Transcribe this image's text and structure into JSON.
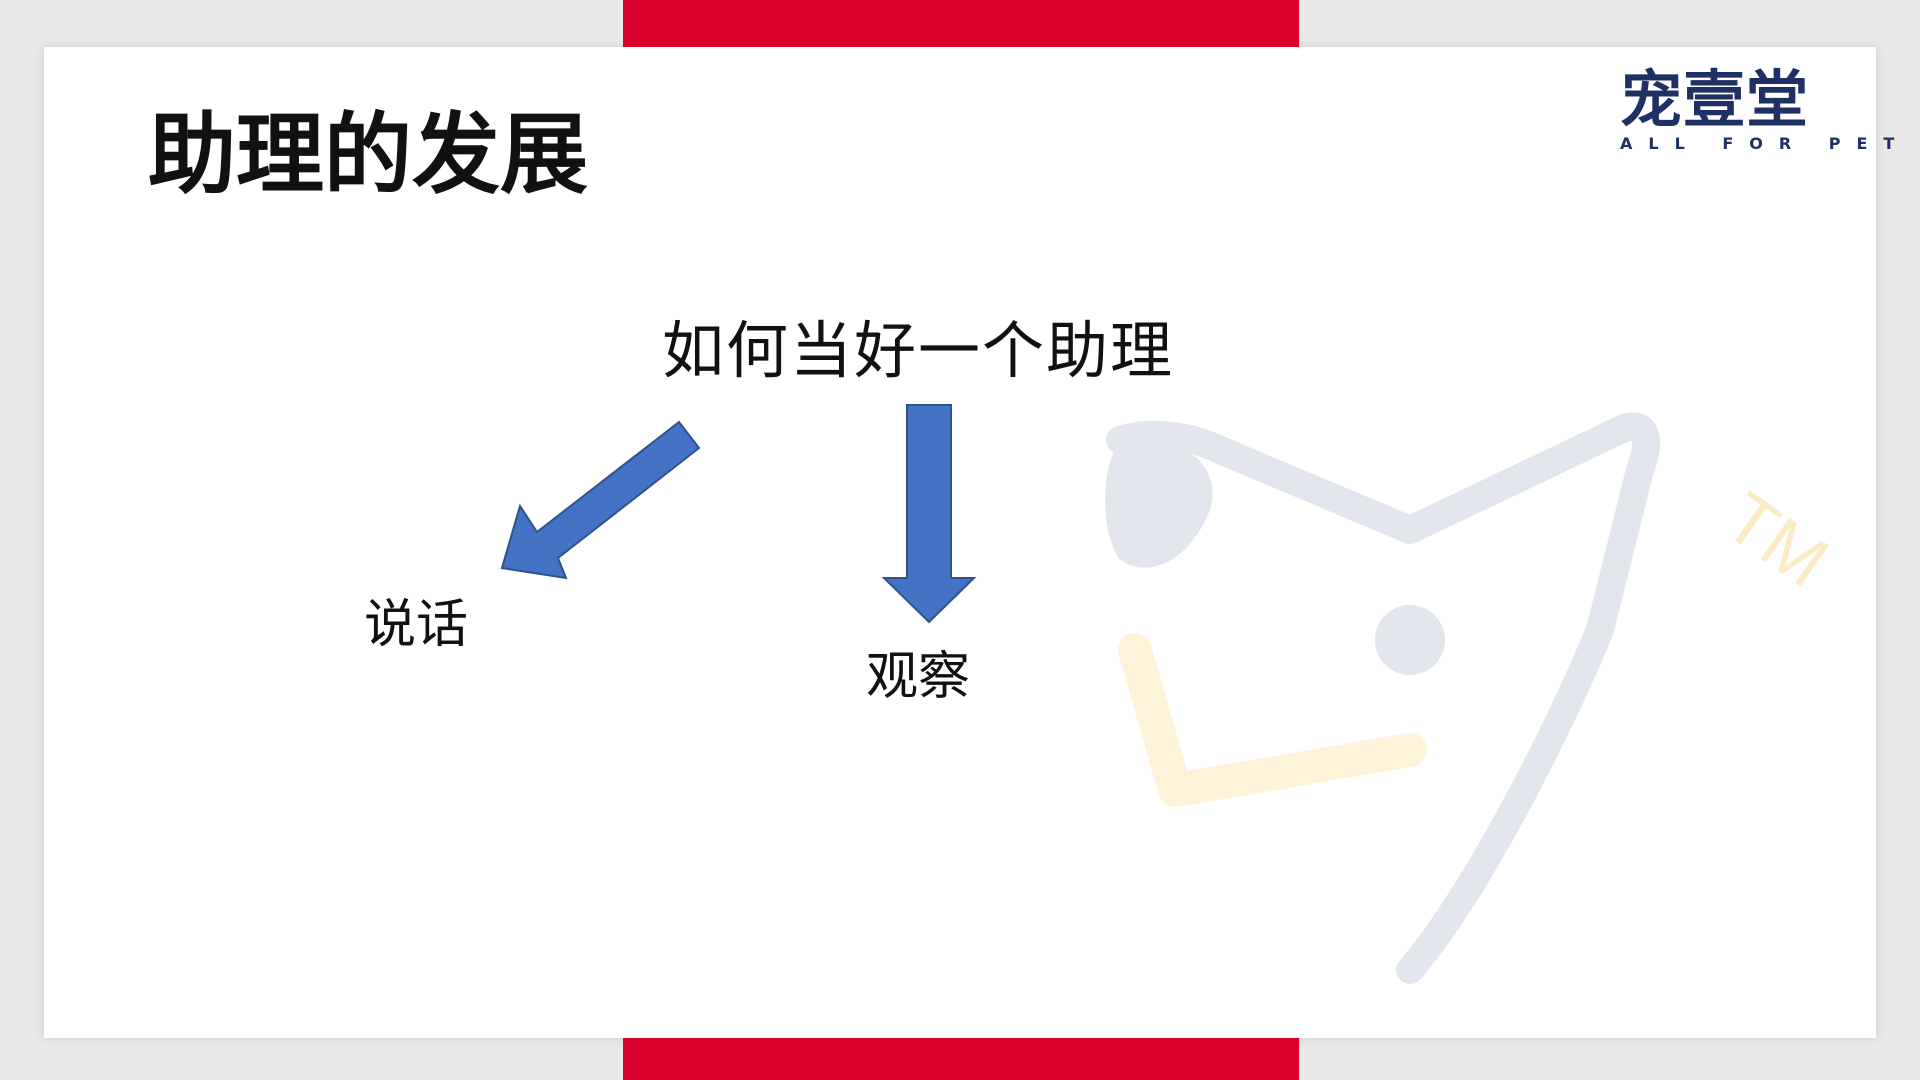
{
  "slide": {
    "title": "助理的发展",
    "center_text": "如何当好一个助理",
    "left_branch": "说话",
    "down_branch": "观察"
  },
  "logo": {
    "name": "宠壹堂",
    "subtitle": "ALL FOR PET"
  },
  "watermark": {
    "mark": "TM"
  },
  "colors": {
    "accent_bar": "#d9002a",
    "arrow_fill": "#4472c4",
    "arrow_stroke": "#2f528f",
    "logo": "#1f3164",
    "watermark_gray": "#e3e6ec",
    "watermark_yellow": "#fdf3d9"
  },
  "icons": {
    "left_arrow": "arrow-down-left-icon",
    "down_arrow": "arrow-down-icon"
  }
}
